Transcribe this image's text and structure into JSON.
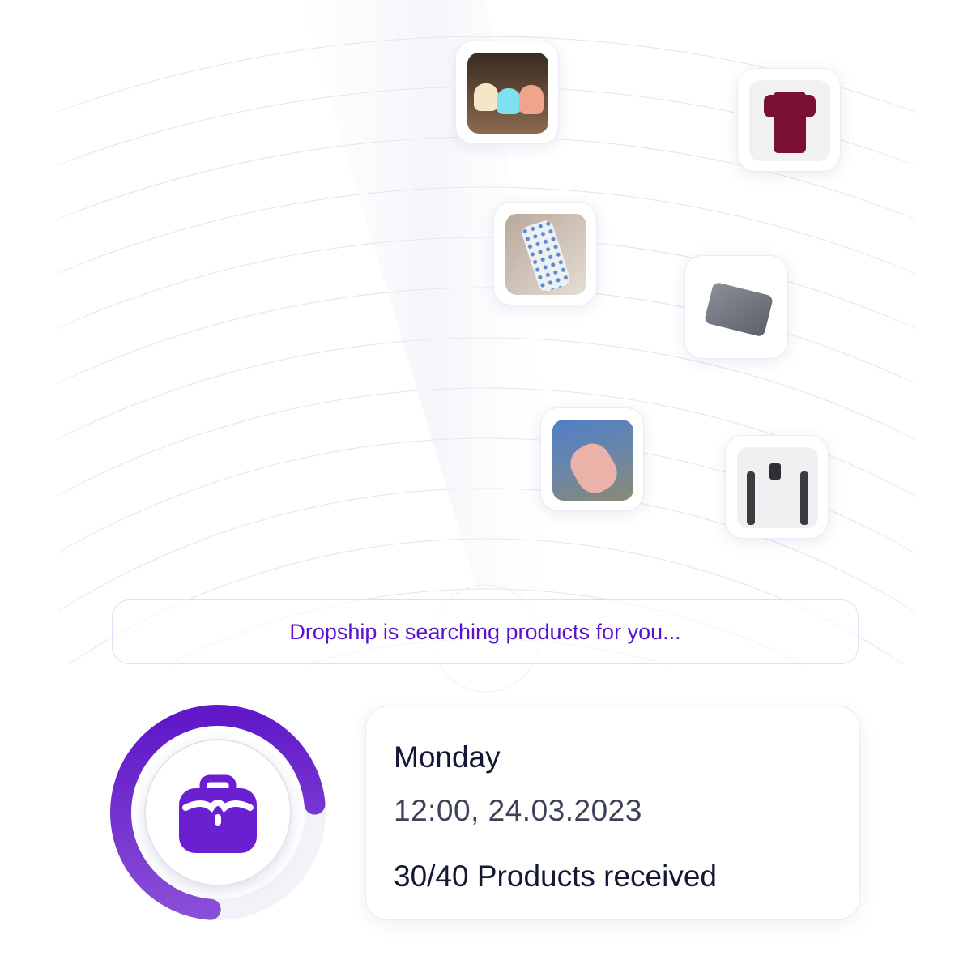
{
  "banner": {
    "text": "Dropship is searching products for you..."
  },
  "status": {
    "day": "Monday",
    "datetime": "12:00, 24.03.2023",
    "products_label": "30/40 Products received",
    "received": 30,
    "total": 40
  },
  "products": [
    {
      "name": "cat-night-lights"
    },
    {
      "name": "maroon-shirt"
    },
    {
      "name": "phone-case"
    },
    {
      "name": "grey-wallet"
    },
    {
      "name": "pink-pig-toy"
    },
    {
      "name": "razor-holder"
    }
  ],
  "colors": {
    "accent": "#6a1fd0",
    "ring_track": "#f3f2f8",
    "text": "#141833"
  }
}
